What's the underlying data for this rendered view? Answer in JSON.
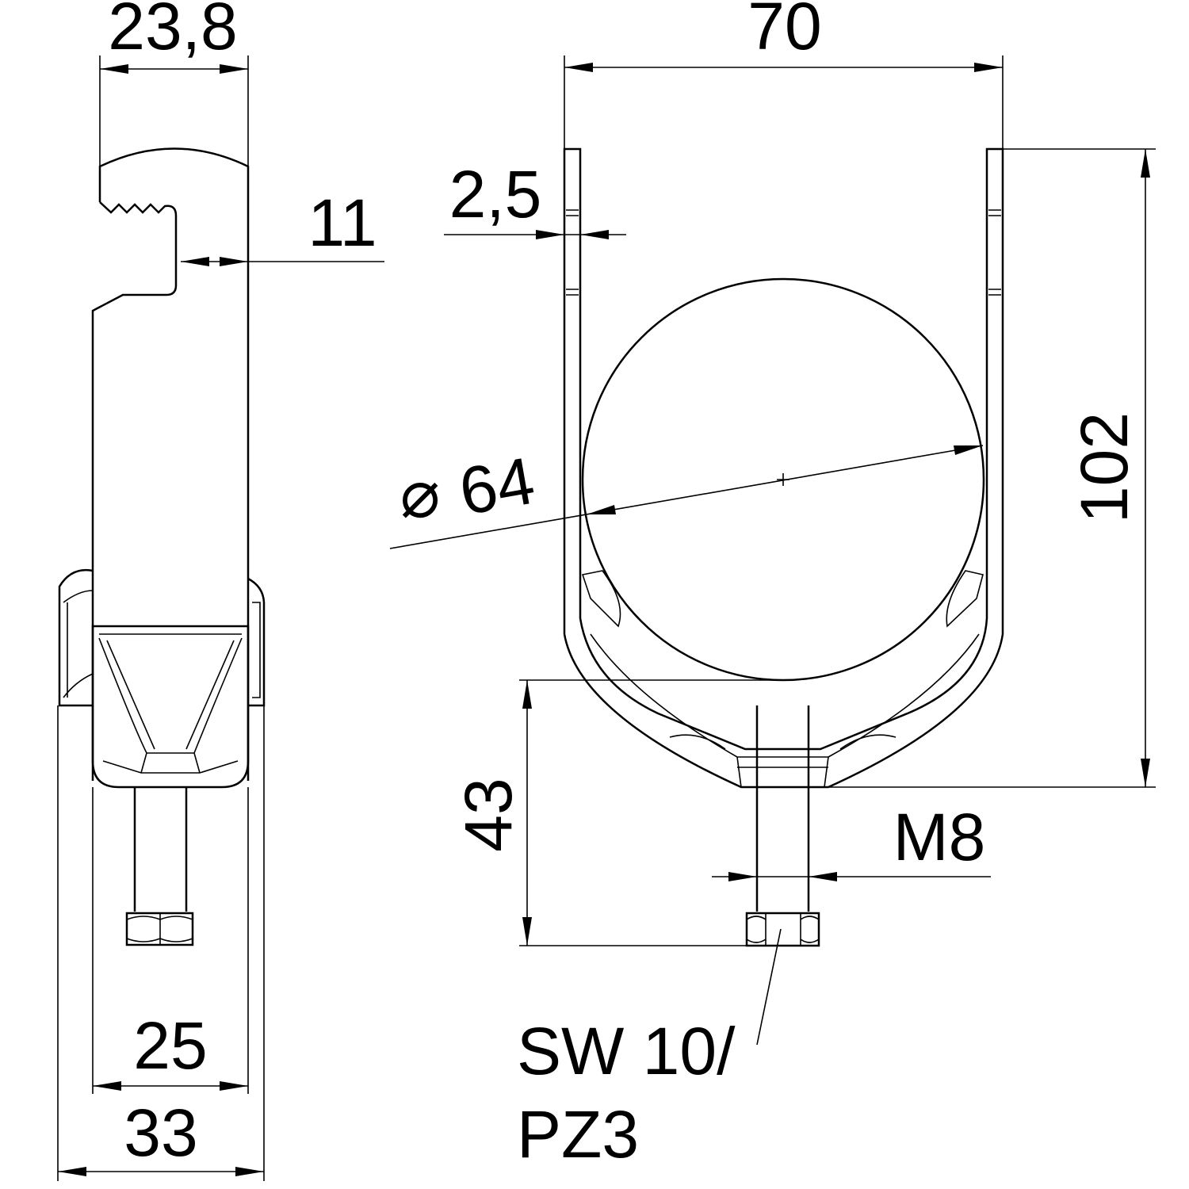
{
  "dimensions": {
    "top_width_side": "23,8",
    "overall_width_front": "70",
    "thickness": "2,5",
    "hook_offset": "11",
    "diameter_symbol": "⌀",
    "diameter": "64",
    "height": "102",
    "screw_length": "43",
    "thread": "M8",
    "drive_line1": "SW 10/",
    "drive_line2": "PZ3",
    "inner_width": "25",
    "base_width": "33"
  }
}
